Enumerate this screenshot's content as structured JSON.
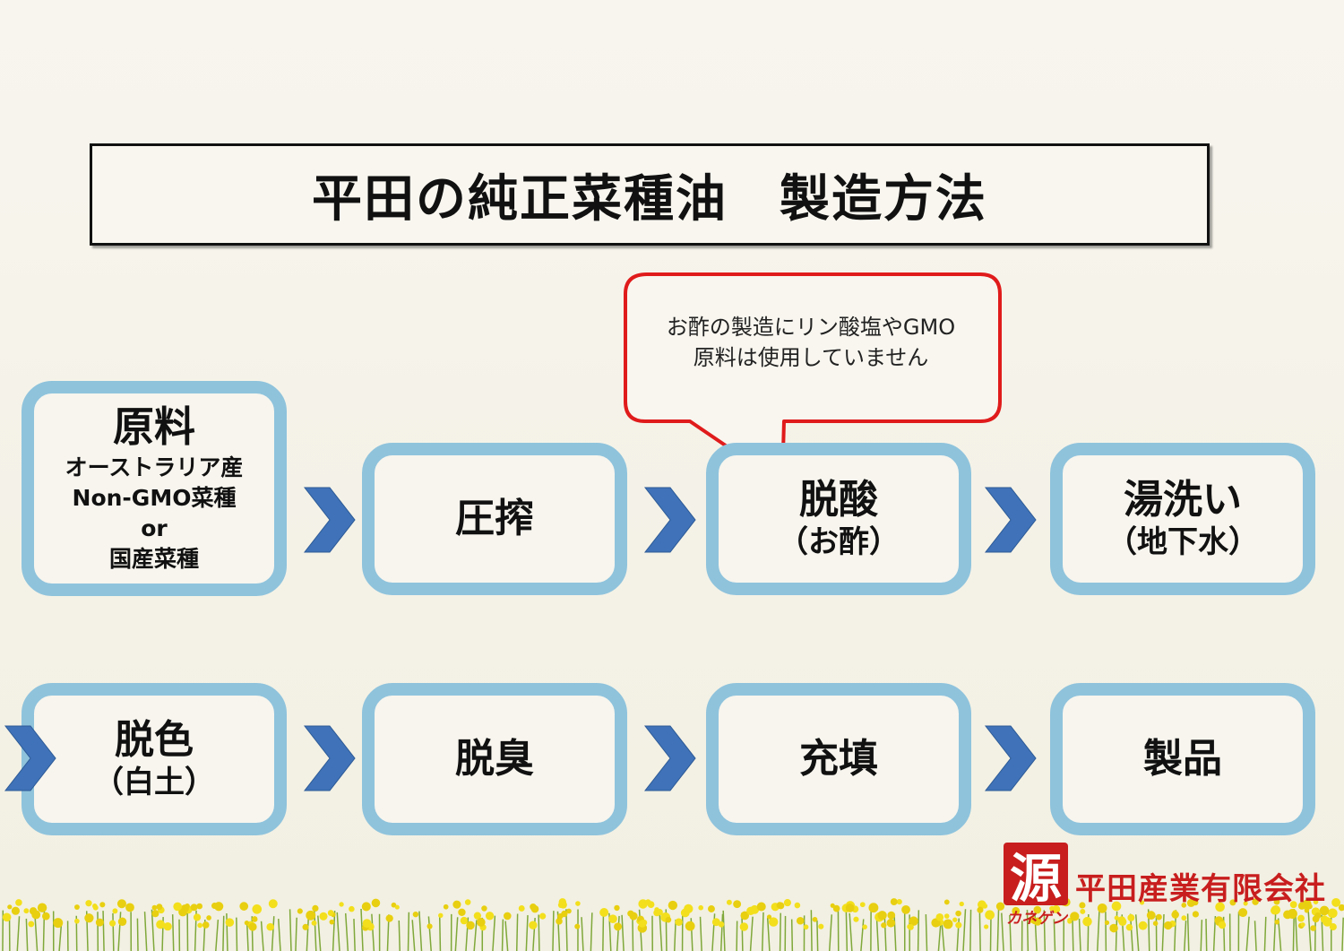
{
  "title": "平田の純正菜種油　製造方法",
  "callout": {
    "line1": "お酢の製造にリン酸塩やGMO",
    "line2": "原料は使用していません"
  },
  "steps_row1": [
    {
      "main": "原料",
      "detail": [
        "オーストラリア産",
        "Non-GMO菜種",
        "or",
        "国産菜種"
      ]
    },
    {
      "main": "圧搾"
    },
    {
      "main": "脱酸",
      "sub": "（お酢）"
    },
    {
      "main": "湯洗い",
      "sub": "（地下水）"
    }
  ],
  "steps_row2": [
    {
      "main": "脱色",
      "sub": "（白土）"
    },
    {
      "main": "脱臭"
    },
    {
      "main": "充填"
    },
    {
      "main": "製品"
    }
  ],
  "logo": {
    "mark": "源",
    "kana": "カネゲン"
  },
  "company": "平田産業有限会社",
  "colors": {
    "box_border": "#8fc3dc",
    "arrow": "#3f72b8",
    "callout": "#e01b1b",
    "brand": "#c81e1e"
  }
}
